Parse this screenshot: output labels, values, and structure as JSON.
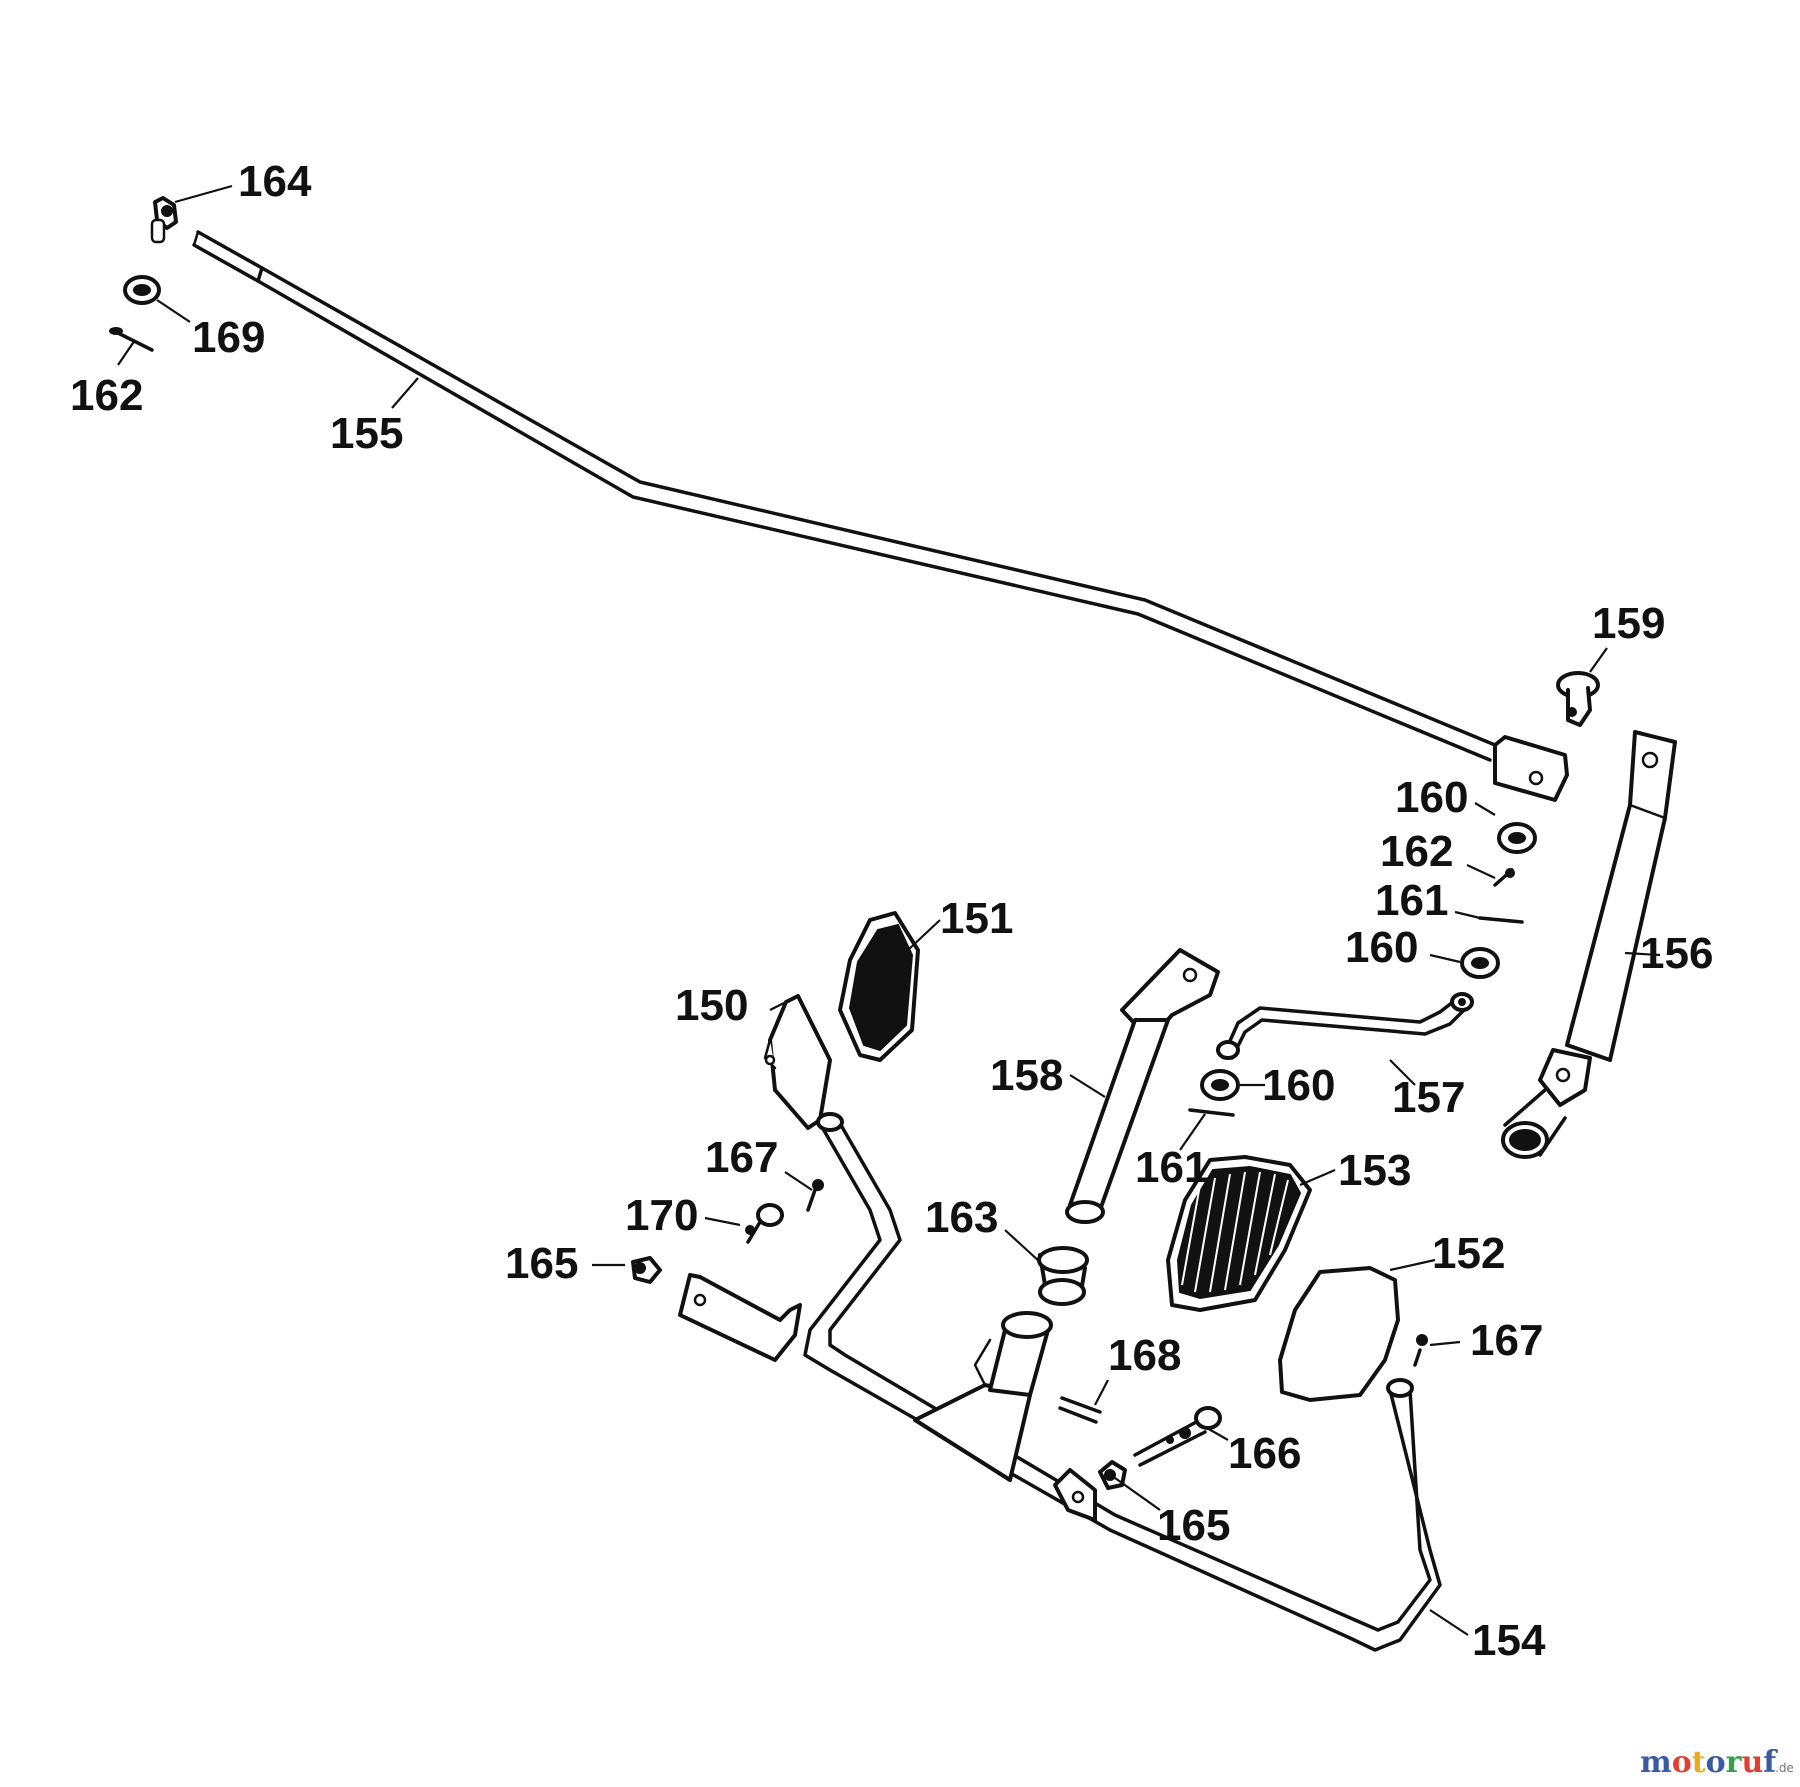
{
  "diagram": {
    "labels": [
      {
        "id": "164",
        "text": "164"
      },
      {
        "id": "169",
        "text": "169"
      },
      {
        "id": "162a",
        "text": "162"
      },
      {
        "id": "155",
        "text": "155"
      },
      {
        "id": "159",
        "text": "159"
      },
      {
        "id": "160a",
        "text": "160"
      },
      {
        "id": "162b",
        "text": "162"
      },
      {
        "id": "161a",
        "text": "161"
      },
      {
        "id": "160b",
        "text": "160"
      },
      {
        "id": "156",
        "text": "156"
      },
      {
        "id": "151",
        "text": "151"
      },
      {
        "id": "150",
        "text": "150"
      },
      {
        "id": "158",
        "text": "158"
      },
      {
        "id": "160c",
        "text": "160"
      },
      {
        "id": "157",
        "text": "157"
      },
      {
        "id": "161b",
        "text": "161"
      },
      {
        "id": "153",
        "text": "153"
      },
      {
        "id": "167a",
        "text": "167"
      },
      {
        "id": "170",
        "text": "170"
      },
      {
        "id": "163",
        "text": "163"
      },
      {
        "id": "165a",
        "text": "165"
      },
      {
        "id": "152",
        "text": "152"
      },
      {
        "id": "168",
        "text": "168"
      },
      {
        "id": "167b",
        "text": "167"
      },
      {
        "id": "166",
        "text": "166"
      },
      {
        "id": "165b",
        "text": "165"
      },
      {
        "id": "154",
        "text": "154"
      }
    ]
  },
  "watermark": {
    "letters": [
      {
        "text": "m",
        "color": "#3b5aa6"
      },
      {
        "text": "o",
        "color": "#e0412e"
      },
      {
        "text": "t",
        "color": "#f2a81d"
      },
      {
        "text": "o",
        "color": "#3b5aa6"
      },
      {
        "text": "r",
        "color": "#35a04a"
      },
      {
        "text": "u",
        "color": "#e0412e"
      },
      {
        "text": "f",
        "color": "#3b5aa6"
      }
    ],
    "tld": ".de"
  }
}
